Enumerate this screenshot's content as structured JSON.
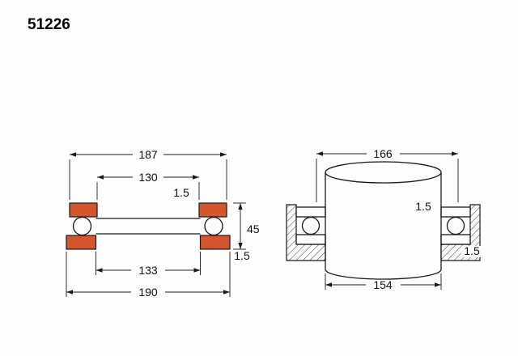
{
  "title": "51226",
  "colors": {
    "washer": "#d4562e",
    "line": "#1a1a1a",
    "background": "#fdfdfd"
  },
  "section_view": {
    "dim_outer_top": "187",
    "dim_bore_top": "130",
    "chamfer_top": "1.5",
    "dim_height": "45",
    "chamfer_bottom": "1.5",
    "dim_bore_bottom": "133",
    "dim_outer_bottom": "190"
  },
  "mounting_view": {
    "dim_top": "166",
    "fillet_top": "1.5",
    "fillet_bottom": "1.5",
    "dim_bottom": "154"
  }
}
